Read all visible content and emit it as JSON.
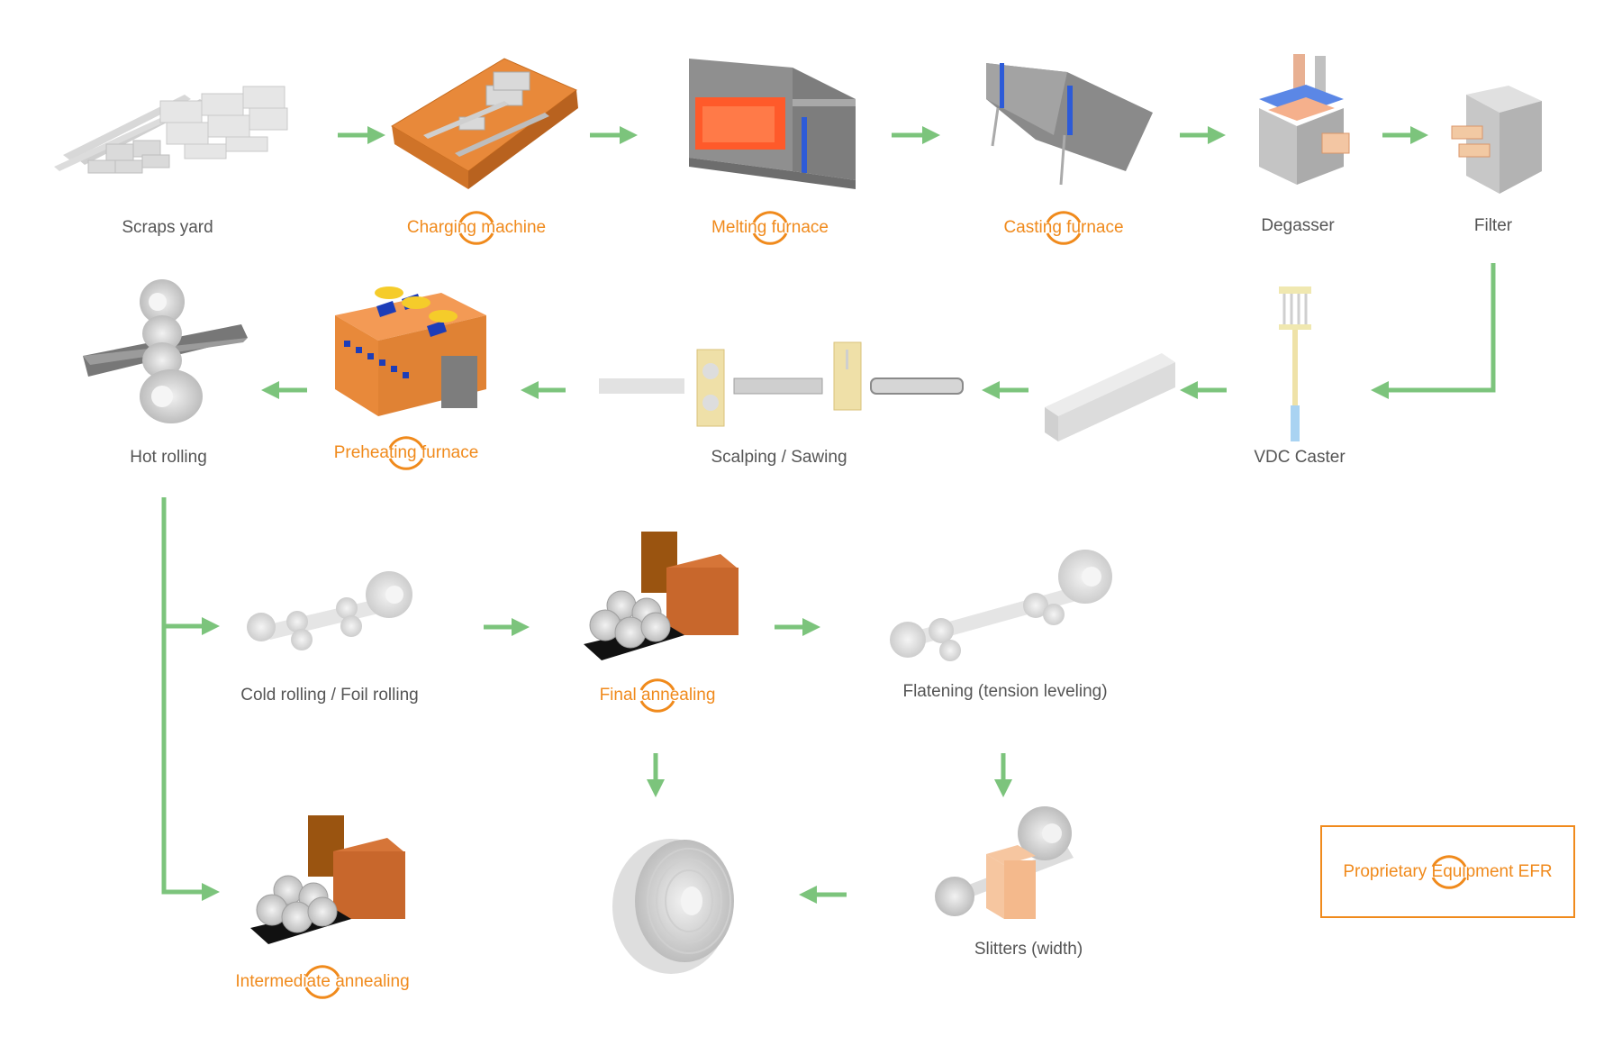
{
  "stages": {
    "scraps_yard": {
      "label": "Scraps yard",
      "proprietary": false
    },
    "charging_machine": {
      "label": "Charging machine",
      "proprietary": true
    },
    "melting_furnace": {
      "label": "Melting furnace",
      "proprietary": true
    },
    "casting_furnace": {
      "label": "Casting furnace",
      "proprietary": true
    },
    "degasser": {
      "label": "Degasser",
      "proprietary": false
    },
    "filter": {
      "label": "Filter",
      "proprietary": false
    },
    "vdc_caster": {
      "label": "VDC Caster",
      "proprietary": false
    },
    "scalping_sawing": {
      "label": "Scalping / Sawing",
      "proprietary": false
    },
    "preheating_furnace": {
      "label": "Preheating furnace",
      "proprietary": true
    },
    "hot_rolling": {
      "label": "Hot rolling",
      "proprietary": false
    },
    "cold_rolling": {
      "label": "Cold rolling / Foil rolling",
      "proprietary": false
    },
    "final_annealing": {
      "label": "Final annealing",
      "proprietary": true
    },
    "flatening": {
      "label": "Flatening (tension leveling)",
      "proprietary": false
    },
    "slitters": {
      "label": "Slitters (width)",
      "proprietary": false
    },
    "intermediate_annealing": {
      "label": "Intermediate annealing",
      "proprietary": true
    }
  },
  "legend": {
    "label": "Proprietary Equipment EFR"
  },
  "colors": {
    "arrow": "#7cc47c",
    "proprietary": "#f08a1c",
    "label": "#555555",
    "equipment_orange": "#e8893a",
    "metal_grey": "#c8c8c8",
    "hot_glow": "#ff5a2a"
  }
}
